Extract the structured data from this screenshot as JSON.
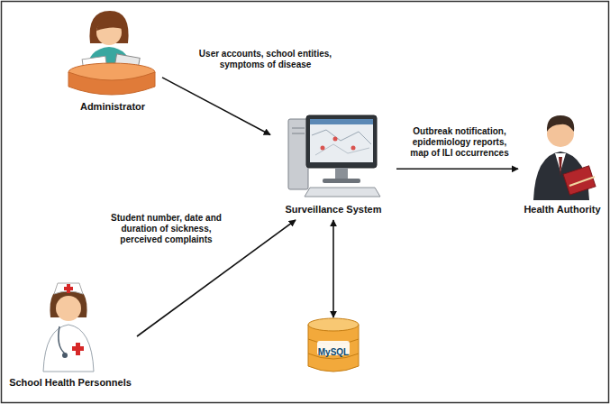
{
  "diagram": {
    "nodes": [
      {
        "text": [
          "Administrator"
        ]
      },
      {
        "text": [
          "Surveillance System"
        ]
      },
      {
        "text": [
          "Health Authority"
        ]
      },
      {
        "text": [
          "School Health Personnels"
        ]
      },
      {
        "text": [
          "MySQL"
        ]
      }
    ],
    "edges": [
      {
        "from": 0,
        "to": 1,
        "arrow": "to",
        "label": "User accounts, school entities, symptoms of disease"
      },
      {
        "from": 1,
        "to": 2,
        "arrow": "to",
        "label": "Outbreak notification, epidemiology reports, map of ILI occurrences"
      },
      {
        "from": 3,
        "to": 1,
        "arrow": "to",
        "label": "Student number, date and duration of sickness, perceived complaints"
      },
      {
        "from": 1,
        "to": 4,
        "arrow": "both"
      }
    ]
  }
}
